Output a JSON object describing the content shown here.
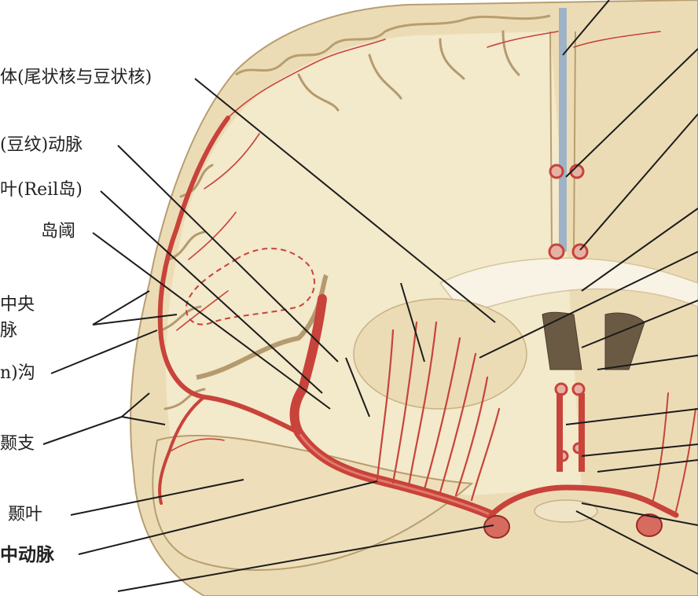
{
  "labels": {
    "l1": "体(尾状核与豆状核)",
    "l2": "(豆纹)动脉",
    "l3": "叶(Reil岛)",
    "l4": "岛阈",
    "l5a": "中央",
    "l5b": "脉",
    "l6": "n)沟",
    "l7": "颞支",
    "l8": "颞叶",
    "l9": "中动脉"
  },
  "colors": {
    "brain_fill": "#f1e6c6",
    "cortex_fill": "#e8d6ae",
    "sulcus": "#b49a6e",
    "artery": "#c8433a",
    "artery_dark": "#9c2a24",
    "leader": "#1c1c1c",
    "white_matter": "#f7f0dc"
  }
}
